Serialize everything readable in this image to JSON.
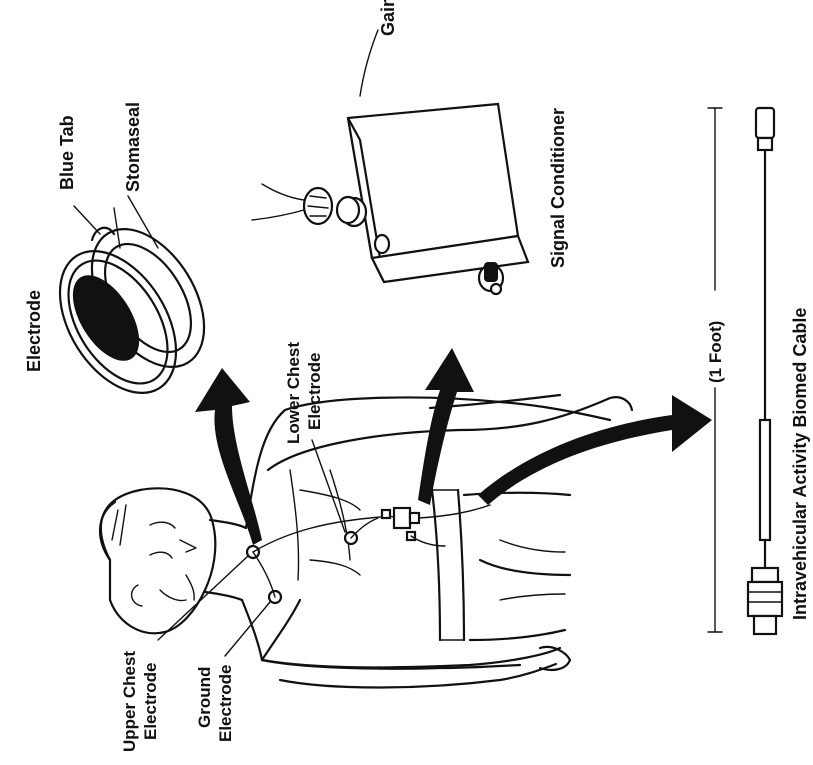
{
  "labels": {
    "electrode": "Electrode",
    "blue_tab": "Blue Tab",
    "stomaseal": "Stomaseal",
    "gain": "Gain",
    "signal_conditioner": "Signal Conditioner",
    "lower_chest_1": "Lower Chest",
    "lower_chest_2": "Electrode",
    "upper_chest_1": "Upper Chest",
    "upper_chest_2": "Electrode",
    "ground_1": "Ground",
    "ground_2": "Electrode",
    "cable_length": "(1 Foot)",
    "cable": "Intravehicular Activity Biomed Cable"
  },
  "colors": {
    "ink": "#111111",
    "background": "#ffffff"
  }
}
